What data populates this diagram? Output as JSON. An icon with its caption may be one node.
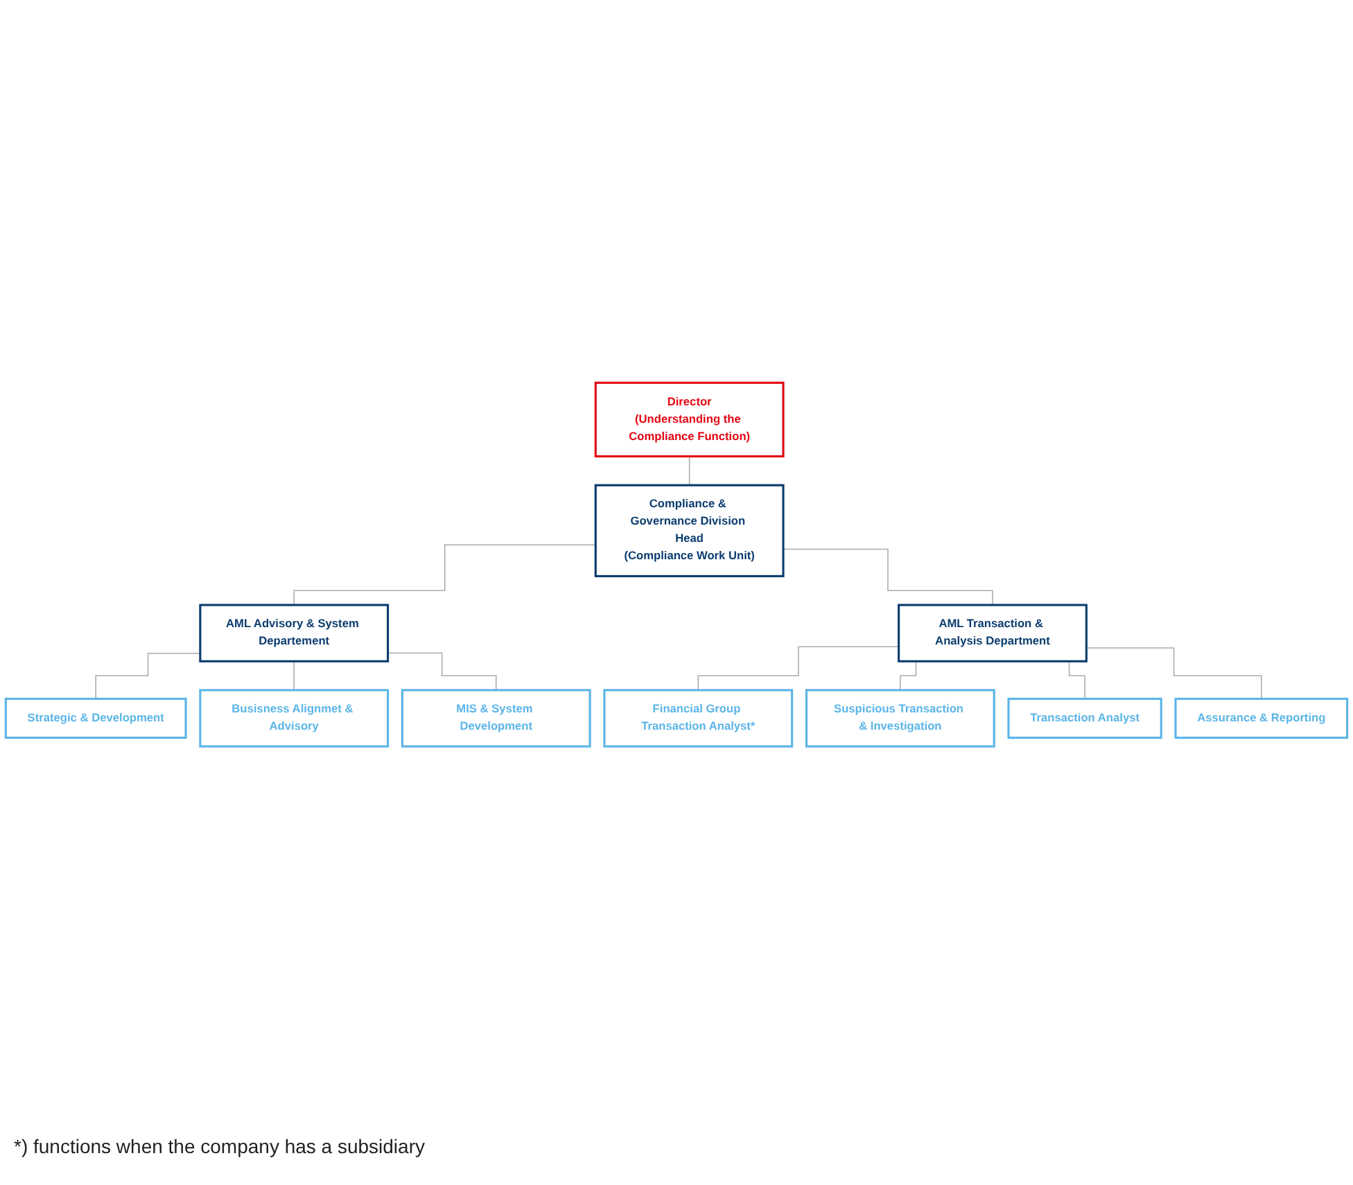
{
  "diagram": {
    "nodes": [
      {
        "text": [
          "Director",
          "(Understanding the Compliance Function)"
        ]
      },
      {
        "text": [
          "Compliance & Governance Division Head",
          "(Compliance Work Unit)"
        ]
      },
      {
        "text": [
          "AML Advisory & System Departement"
        ]
      },
      {
        "text": [
          "AML Transaction & Analysis Department"
        ]
      },
      {
        "text": [
          "Strategic & Development"
        ]
      },
      {
        "text": [
          "Busisness Alignmet & Advisory"
        ]
      },
      {
        "text": [
          "MIS & System Development"
        ]
      },
      {
        "text": [
          "Financial Group Transaction Analyst*"
        ]
      },
      {
        "text": [
          "Suspicious Transaction & Investigation"
        ]
      },
      {
        "text": [
          "Transaction Analyst"
        ]
      },
      {
        "text": [
          "Assurance & Reporting"
        ]
      }
    ],
    "edges": [
      {
        "from": 0,
        "to": 1,
        "arrow": "none"
      },
      {
        "from": 1,
        "to": 2,
        "arrow": "none"
      },
      {
        "from": 1,
        "to": 3,
        "arrow": "none"
      },
      {
        "from": 2,
        "to": 4,
        "arrow": "none"
      },
      {
        "from": 2,
        "to": 5,
        "arrow": "none"
      },
      {
        "from": 2,
        "to": 6,
        "arrow": "none"
      },
      {
        "from": 3,
        "to": 7,
        "arrow": "none"
      },
      {
        "from": 3,
        "to": 8,
        "arrow": "none"
      },
      {
        "from": 3,
        "to": 9,
        "arrow": "none"
      },
      {
        "from": 3,
        "to": 10,
        "arrow": "none"
      }
    ],
    "labels": [
      "*) functions when the company has a subsidiary"
    ]
  }
}
